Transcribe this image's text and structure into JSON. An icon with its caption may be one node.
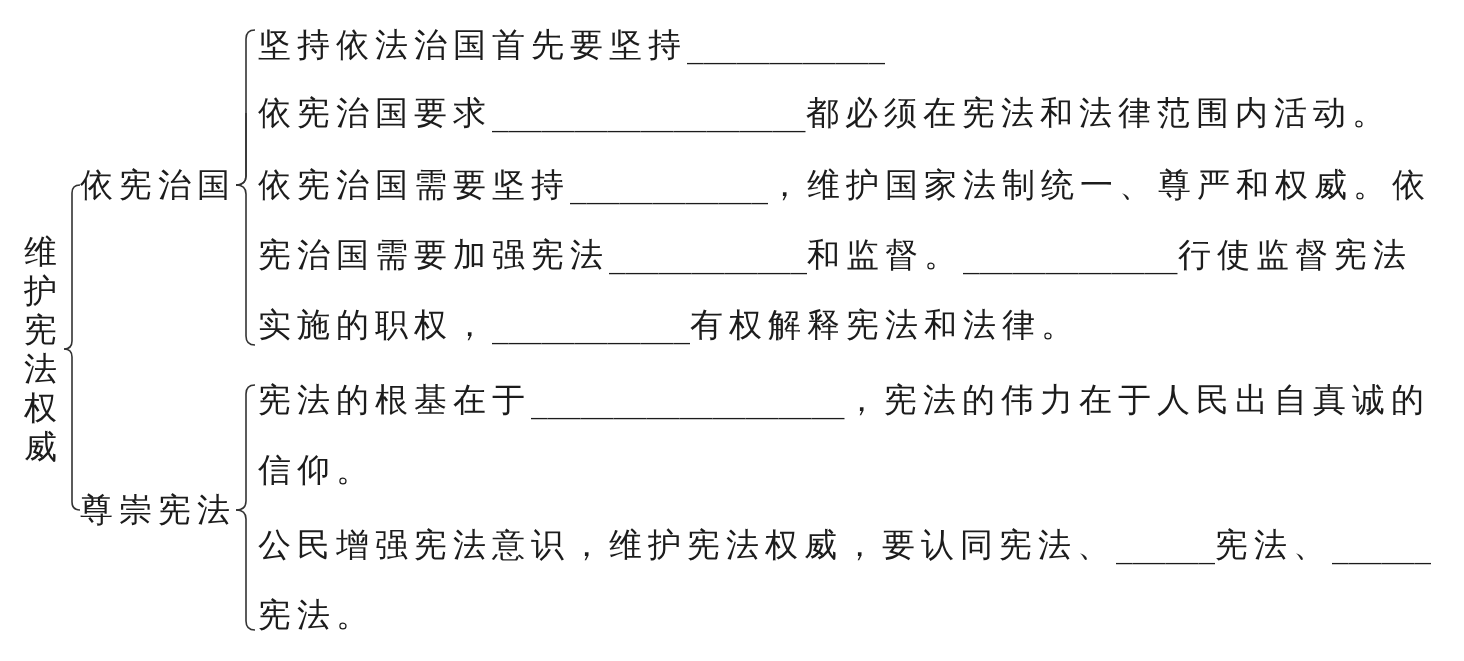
{
  "diagram": {
    "nodes": [
      {
        "text": [
          "维护宪法权威"
        ]
      },
      {
        "text": [
          "依宪治国"
        ]
      },
      {
        "text": [
          "坚持依法治国首先要坚持____________"
        ]
      },
      {
        "text": [
          "依宪治国要求___________________都必须在宪法和法律范围内活动。"
        ]
      },
      {
        "text": [
          "依宪治国需要坚持____________，维护国家法制统一、尊严和权威。依宪治国需要加强宪法____________和监督。_____________行使监督宪法实施的职权，____________有权解释宪法和法律。"
        ]
      },
      {
        "text": [
          "尊崇宪法"
        ]
      },
      {
        "text": [
          "宪法的根基在于___________________，宪法的伟力在于人民出自真诚的信仰。"
        ]
      },
      {
        "text": [
          "公民增强宪法意识，维护宪法权威，要认同宪法、______宪法、______宪法。"
        ]
      }
    ],
    "edges": [
      {
        "from": 0,
        "to": 1,
        "arrow": "none"
      },
      {
        "from": 0,
        "to": 5,
        "arrow": "none"
      },
      {
        "from": 1,
        "to": 2,
        "arrow": "none"
      },
      {
        "from": 1,
        "to": 3,
        "arrow": "none"
      },
      {
        "from": 1,
        "to": 4,
        "arrow": "none"
      },
      {
        "from": 5,
        "to": 6,
        "arrow": "none"
      },
      {
        "from": 5,
        "to": 7,
        "arrow": "none"
      }
    ]
  }
}
